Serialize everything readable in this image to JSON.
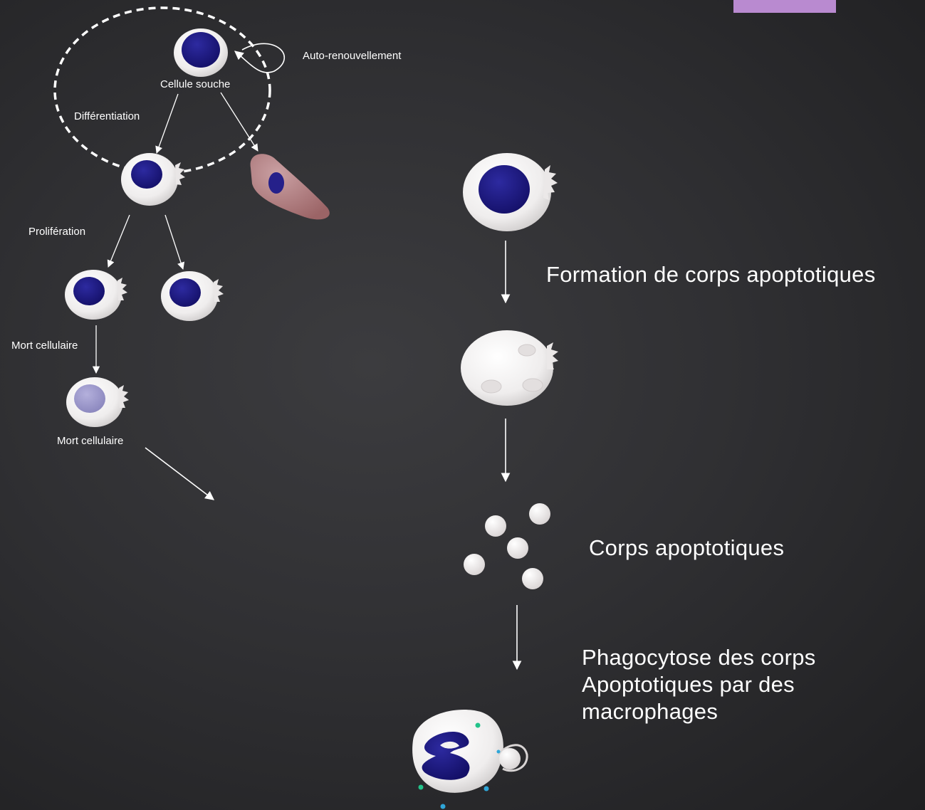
{
  "labels": {
    "self_renewal": "Auto-renouvellement",
    "stem_cell": "Cellule souche",
    "differentiation": "Différentiation",
    "proliferation": "Prolifération",
    "cell_death_1": "Mort cellulaire",
    "cell_death_2": "Mort cellulaire",
    "apoptotic_body_formation": "Formation de corps apoptotiques",
    "apoptotic_bodies": "Corps apoptotiques",
    "phagocytosis_line1": "Phagocytose des corps",
    "phagocytosis_line2": "Apoptotiques par des",
    "phagocytosis_line3": "macrophages"
  },
  "colors": {
    "background": "#2e2e31",
    "accent": "#b98ad0",
    "cell_membrane": "#f4f2f2",
    "nucleus": "#1e1a82",
    "dying_nucleus": "#9c98c8",
    "differentiated_cell": "#b7787a",
    "arrow": "#ffffff",
    "dots": [
      "#22c38a",
      "#2fa6d8"
    ]
  }
}
